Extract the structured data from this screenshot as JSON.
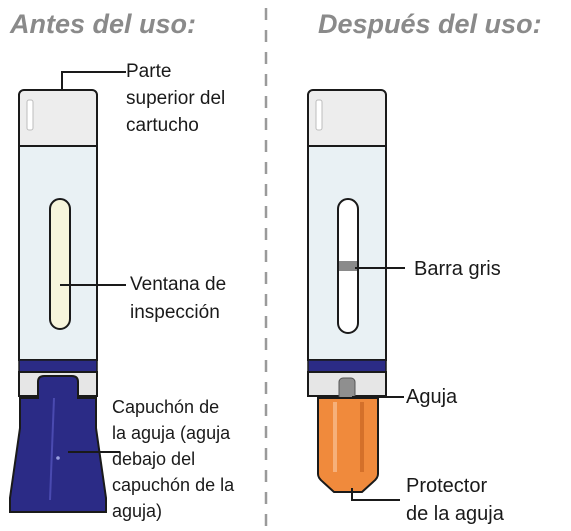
{
  "headings": {
    "before": "Antes del uso:",
    "after": "Después del uso:"
  },
  "before_labels": {
    "top": [
      "Parte",
      "superior del",
      "cartucho"
    ],
    "window": [
      "Ventana de",
      "inspección"
    ],
    "cap": [
      "Capuchón de",
      "la aguja (aguja",
      "debajo del",
      "capuchón de la",
      "aguja)"
    ]
  },
  "after_labels": {
    "bar": "Barra gris",
    "needle": "Aguja",
    "shield": [
      "Protector",
      "de la aguja"
    ]
  },
  "colors": {
    "cap_navy": "#2b2b86",
    "shield_orange": "#f08a3c",
    "window_yellow": "#f7f5dc",
    "heading_gray": "#8a8a8a"
  }
}
